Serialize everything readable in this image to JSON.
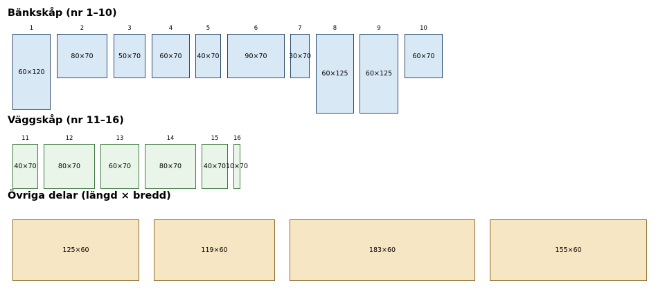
{
  "sections": {
    "bank": {
      "title": "Bänkskåp (nr 1–10)",
      "fill": "#d9e8f5",
      "border": "#2b4a6b",
      "items": [
        {
          "nr": "1",
          "label": "60×120"
        },
        {
          "nr": "2",
          "label": "80×70"
        },
        {
          "nr": "3",
          "label": "50×70"
        },
        {
          "nr": "4",
          "label": "60×70"
        },
        {
          "nr": "5",
          "label": "40×70"
        },
        {
          "nr": "6",
          "label": "90×70"
        },
        {
          "nr": "7",
          "label": "30×70"
        },
        {
          "nr": "8",
          "label": "60×125"
        },
        {
          "nr": "9",
          "label": "60×125"
        },
        {
          "nr": "10",
          "label": "60×70"
        }
      ]
    },
    "wall": {
      "title": "Väggskåp (nr 11–16)",
      "fill": "#e8f5e8",
      "border": "#3f7a3f",
      "items": [
        {
          "nr": "11",
          "label": "40×70"
        },
        {
          "nr": "12",
          "label": "80×70"
        },
        {
          "nr": "13",
          "label": "60×70"
        },
        {
          "nr": "14",
          "label": "80×70"
        },
        {
          "nr": "15",
          "label": "40×70"
        },
        {
          "nr": "16",
          "label": "10×70"
        }
      ]
    },
    "other": {
      "title": "Övriga delar (längd × bredd)",
      "fill": "#f7e6c4",
      "border": "#8b6a2b",
      "items": [
        {
          "label": "125×60"
        },
        {
          "label": "119×60"
        },
        {
          "label": "183×60"
        },
        {
          "label": "155×60"
        }
      ]
    }
  }
}
